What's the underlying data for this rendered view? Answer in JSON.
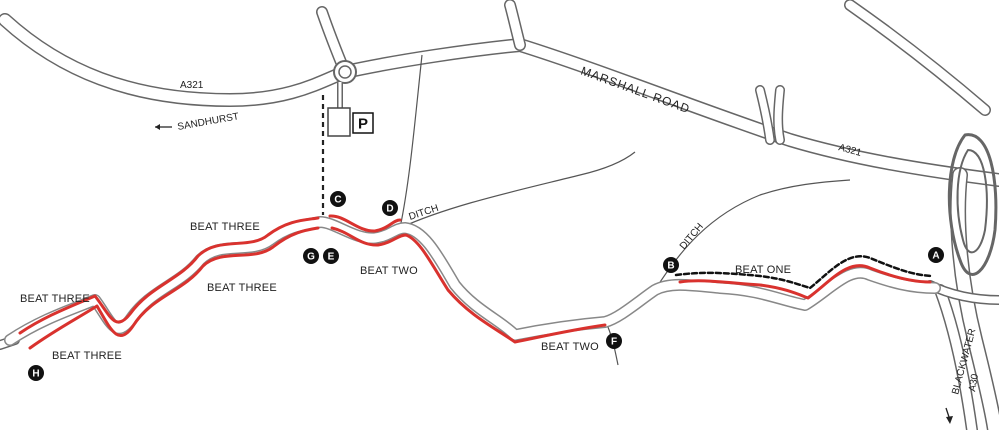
{
  "roads": {
    "a321_west": "A321",
    "a321_east": "A321",
    "marshall_road": "MARSHALL ROAD",
    "sandhurst": "SANDHURST",
    "a30": "A30",
    "blackwater": "BLACKWATER"
  },
  "parking": "P",
  "ditches": [
    "DITCH",
    "DITCH"
  ],
  "beats": {
    "one": "BEAT ONE",
    "two_a": "BEAT TWO",
    "two_b": "BEAT TWO",
    "three_a": "BEAT THREE",
    "three_b": "BEAT THREE",
    "three_c": "BEAT THREE",
    "three_d": "BEAT THREE"
  },
  "markers": [
    "A",
    "B",
    "C",
    "D",
    "E",
    "F",
    "G",
    "H"
  ],
  "colors": {
    "fishing_stretch": "#d9322e",
    "river_outline": "#888888",
    "marker_fill": "#111111"
  }
}
